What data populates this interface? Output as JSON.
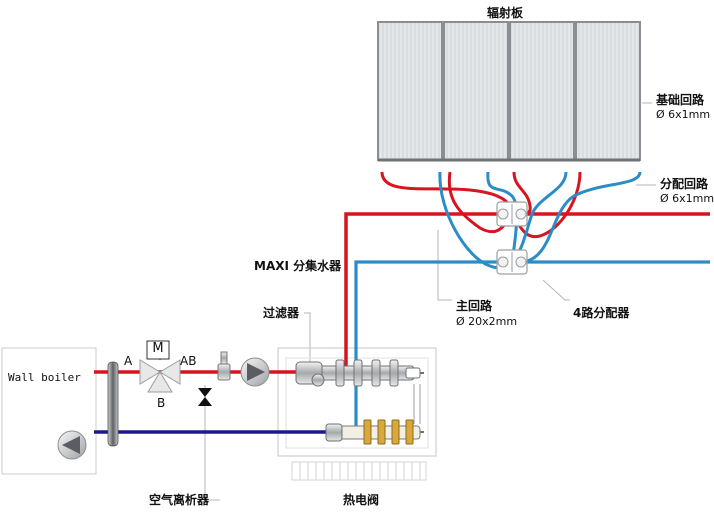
{
  "labels": {
    "radiant_panel": "辐射板",
    "base_loop": "基础回路",
    "base_loop_size": "Ø 6x1mm",
    "distribution_loop": "分配回路",
    "distribution_loop_size": "Ø 6x1mm",
    "maxi_manifold": "MAXI 分集水器",
    "main_loop": "主回路",
    "main_loop_size": "Ø 20x2mm",
    "four_way_distributor": "4路分配器",
    "filter": "过滤器",
    "wall_boiler": "Wall boiler",
    "mixing_valve_motor": "M",
    "port_a": "A",
    "port_ab": "AB",
    "port_b": "B",
    "air_separator": "空气离析器",
    "thermal_valve": "热电阀"
  },
  "colors": {
    "supply": "#d7141f",
    "return": "#1a1a8c",
    "panel_loop": "#2a8dc8",
    "panel_fill": "#d9dcdf",
    "panel_border": "#8a8e92",
    "leader": "#b5b5b5"
  }
}
